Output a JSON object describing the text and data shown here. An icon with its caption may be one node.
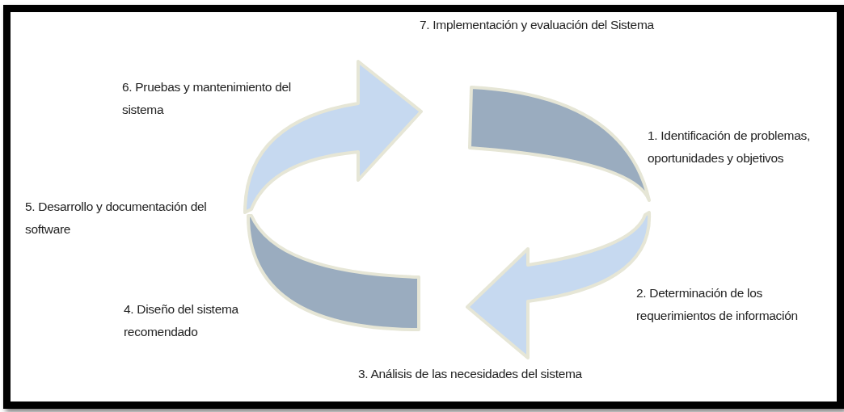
{
  "diagram": {
    "labels": [
      "7. Implementación y evaluación del Sistema",
      "6. Pruebas y mantenimiento del sistema",
      "1. Identificación de problemas, oportunidades y objetivos",
      "5. Desarrollo y documentación del software",
      "2. Determinación de los requerimientos de información",
      "4. Diseño del sistema recomendado",
      "3. Análisis de las necesidades del sistema"
    ]
  }
}
